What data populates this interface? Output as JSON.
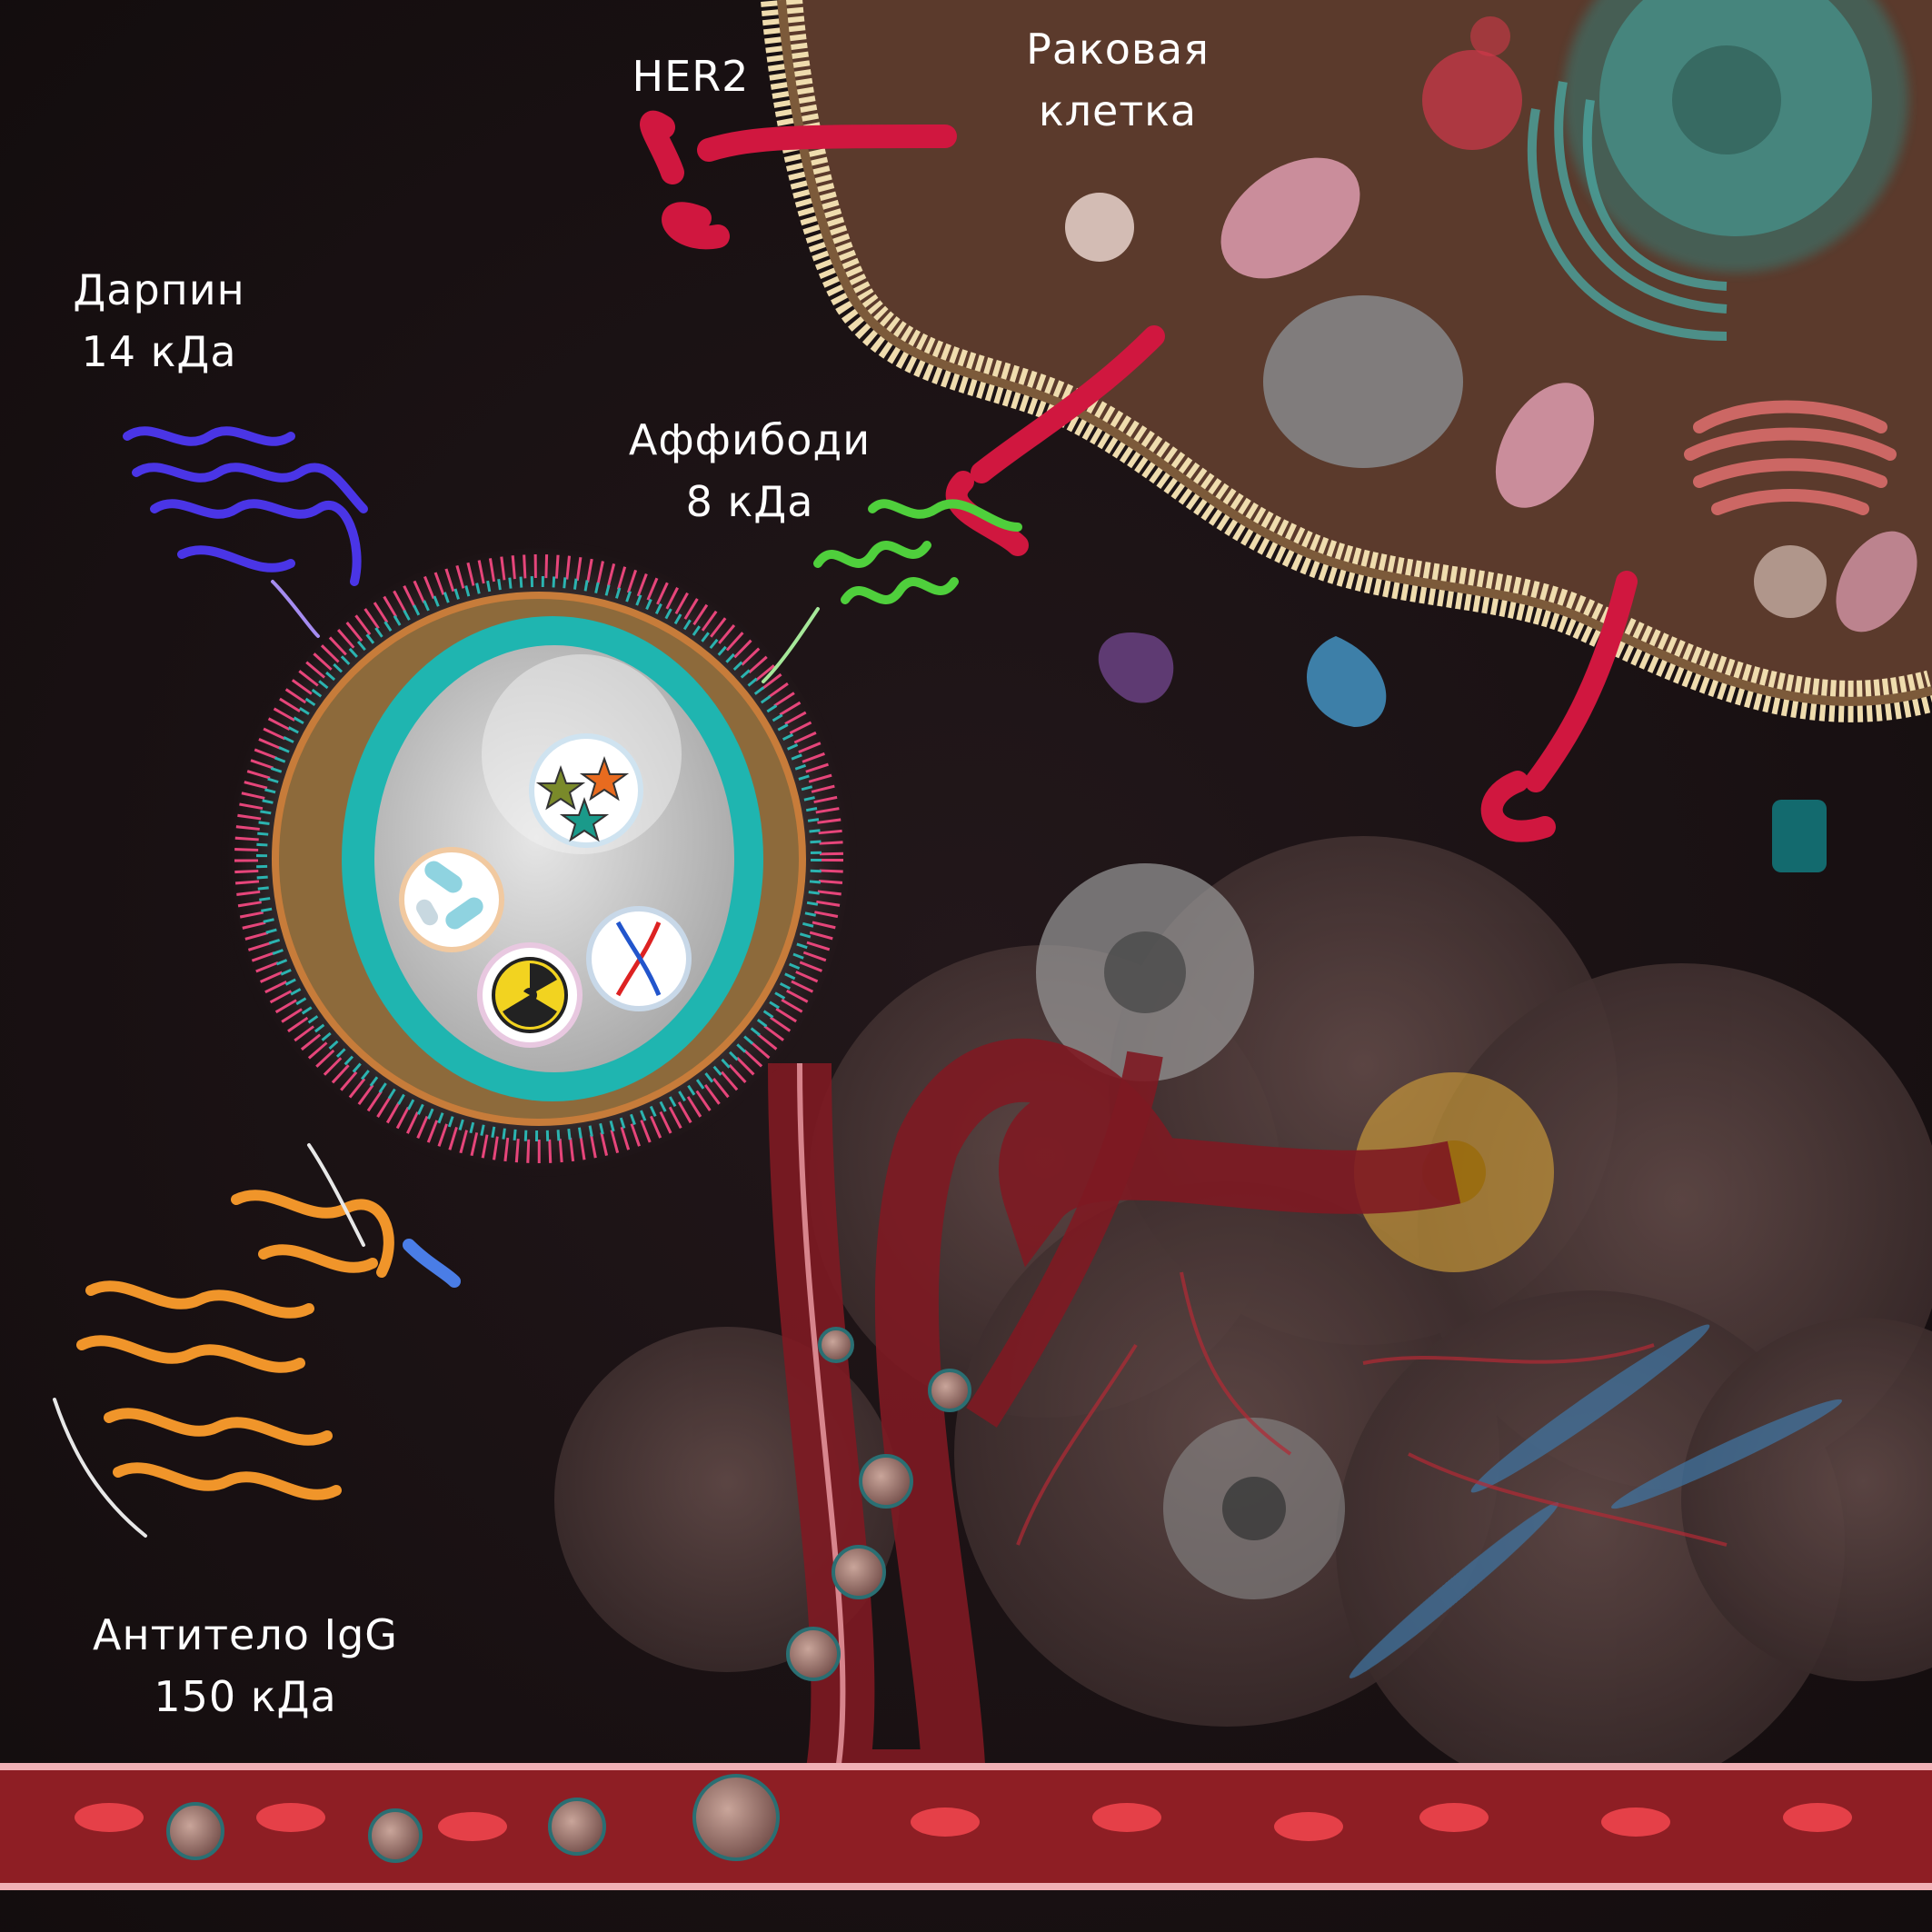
{
  "labels": {
    "darpin_name": "Дарпин",
    "darpin_mass": "14 кДа",
    "her2": "HER2",
    "cancer_cell_line1": "Раковая",
    "cancer_cell_line2": "клетка",
    "affibody_name": "Аффибоди",
    "affibody_mass": "8 кДа",
    "antibody_name": "Антитело IgG",
    "antibody_mass": "150 кДа"
  },
  "colors": {
    "background": "#140e0f",
    "cancer_cell": "#5a3a2b",
    "membrane_bead": "#efdcae",
    "her2_receptor": "#d0173f",
    "darpin": "#4a35e6",
    "affibody": "#4fcf3c",
    "antibody": "#f0952a",
    "liposome_shell": "#1fb5b0",
    "vessel": "#8e1e24",
    "red_blood_cell": "#e54048"
  },
  "icons": {
    "liposome_cargo": [
      "stars-cargo-icon",
      "pills-cargo-icon",
      "dna-cargo-icon",
      "radioactive-cargo-icon"
    ]
  }
}
